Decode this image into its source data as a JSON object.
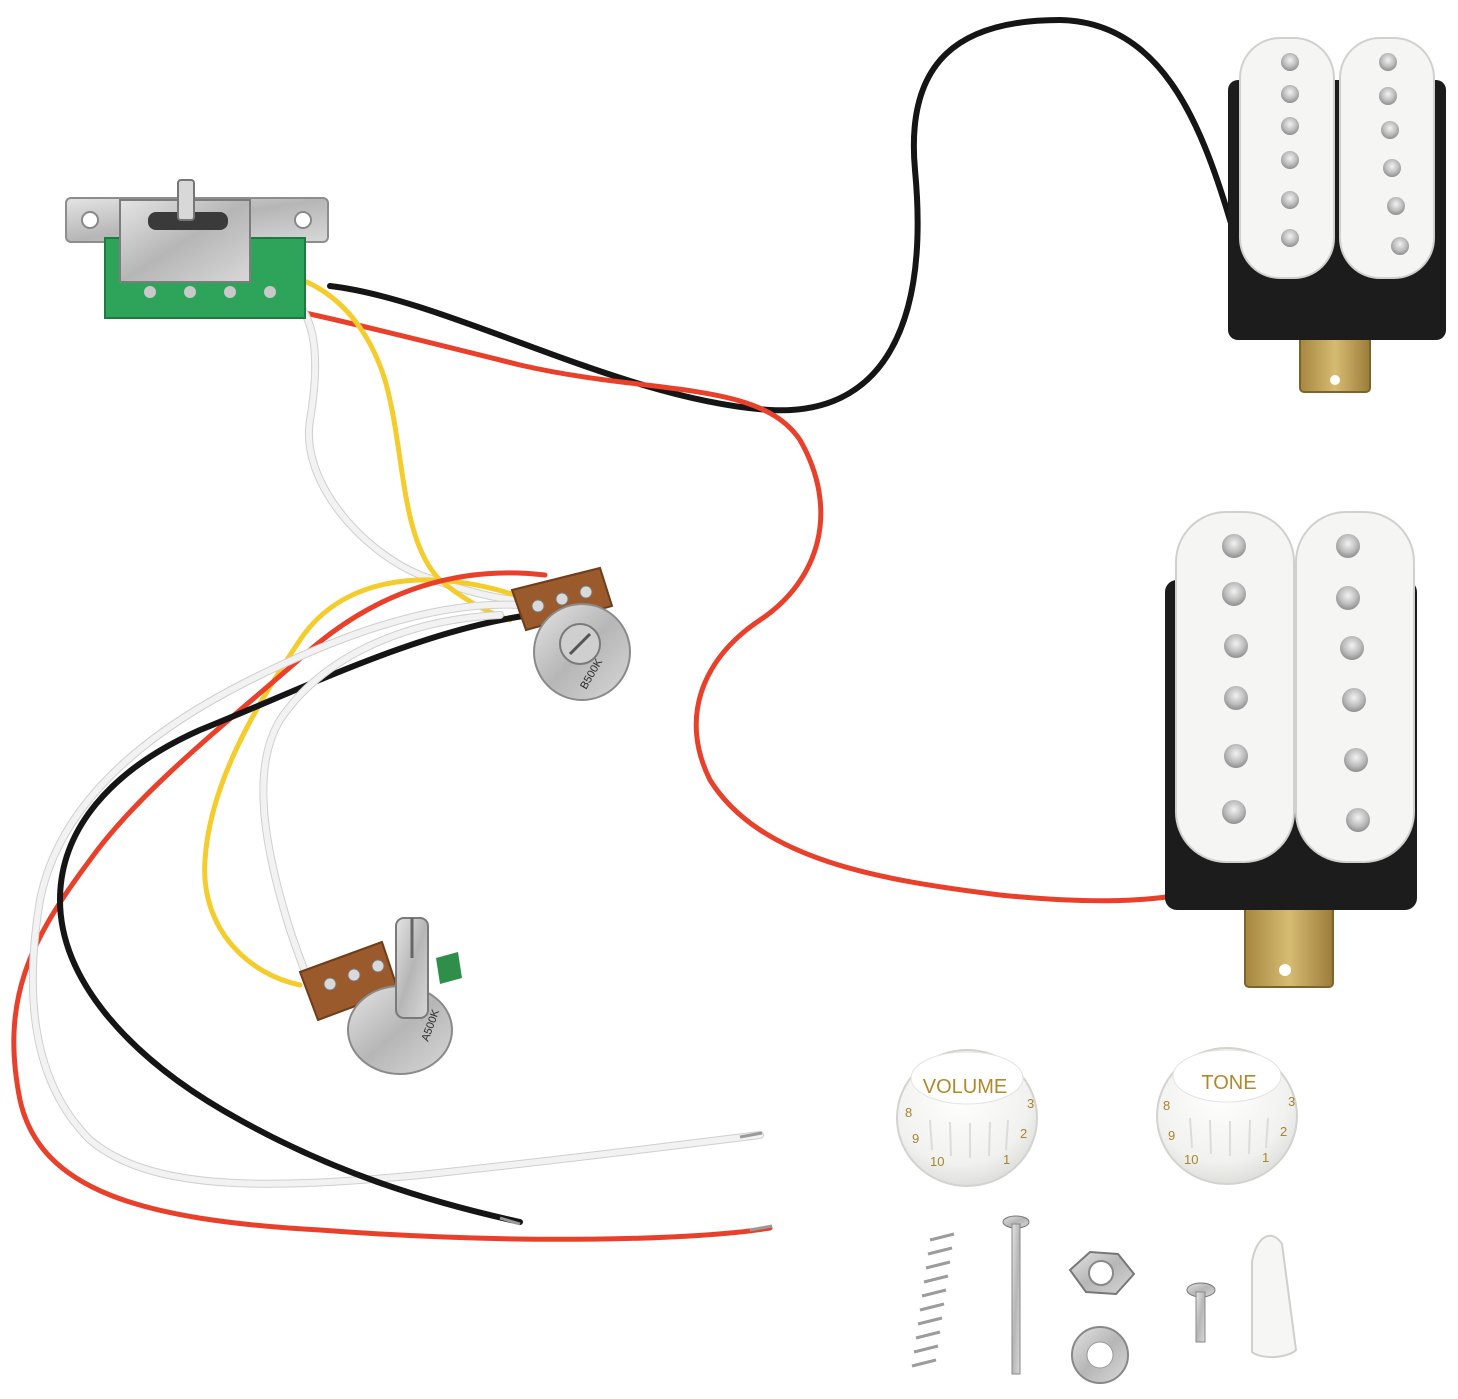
{
  "colors": {
    "background": "#ffffff",
    "wire_red": "#e8402a",
    "wire_black": "#151515",
    "wire_white": "#f2f2f2",
    "wire_yellow": "#f4cc2c",
    "pickup_cover": "#f5f5f3",
    "pickup_base": "#1c1c1c",
    "pole_piece": "#b9b9b9",
    "brass": "#b99a52",
    "pot_board": "#9a5a2c",
    "switch_pcb": "#2ea35a",
    "metal": "#c8c8c8"
  },
  "parts": {
    "volume_knob": {
      "label": "VOLUME",
      "scale": [
        "8",
        "9",
        "10",
        "1",
        "2",
        "3"
      ]
    },
    "tone_knob": {
      "label": "TONE",
      "scale": [
        "8",
        "9",
        "10",
        "1",
        "2",
        "3"
      ]
    },
    "tone_pot": {
      "marking": "B500K"
    },
    "volume_pot": {
      "marking": "A500K"
    }
  }
}
